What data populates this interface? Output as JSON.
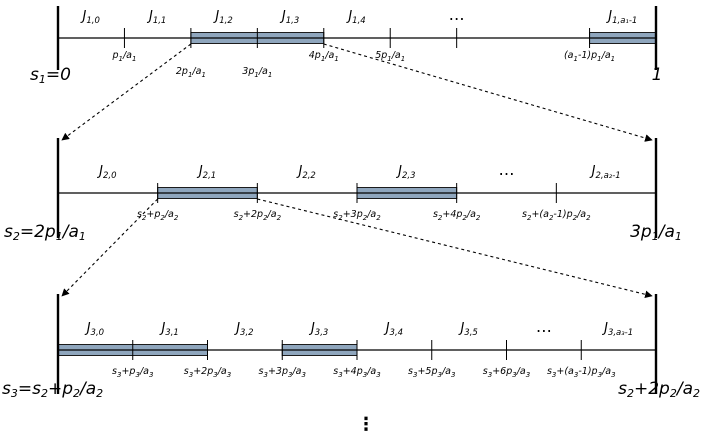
{
  "colors": {
    "highlight": "#8fa6bd",
    "highlight_stroke": "#1c1c1c",
    "line": "#000000"
  },
  "diagram": {
    "levels": [
      {
        "id": "level-1",
        "n_slots": 9,
        "segment_labels": [
          {
            "main": "J",
            "sub": "1,0",
            "slot": 0
          },
          {
            "main": "J",
            "sub": "1,1",
            "slot": 1
          },
          {
            "main": "J",
            "sub": "1,2",
            "slot": 2
          },
          {
            "main": "J",
            "sub": "1,3",
            "slot": 3
          },
          {
            "main": "J",
            "sub": "1,4",
            "slot": 4
          },
          {
            "main": "…",
            "sub": "",
            "slot": 5.5,
            "ellipsis": true
          },
          {
            "main": "J",
            "sub": "1,a₁-1",
            "slot": 8
          }
        ],
        "highlighted": [
          [
            2,
            4
          ],
          [
            8,
            9
          ]
        ],
        "ticks": [
          {
            "at": 1,
            "parts": [
              "p",
              "1",
              "/a",
              "1"
            ]
          },
          {
            "at": 2,
            "parts": [
              "2p",
              "1",
              "/a",
              "1"
            ],
            "below": true
          },
          {
            "at": 3,
            "parts": [
              "3p",
              "1",
              "/a",
              "1"
            ],
            "below": true
          },
          {
            "at": 4,
            "parts": [
              "4p",
              "1",
              "/a",
              "1"
            ]
          },
          {
            "at": 5,
            "parts": [
              "5p",
              "1",
              "/a",
              "1"
            ]
          },
          {
            "at": 6,
            "parts": [],
            "no_label": true
          },
          {
            "at": 8,
            "parts": [
              "(a",
              "1",
              "-1)p",
              "1",
              "/a",
              "1"
            ]
          }
        ],
        "start_label": [
          "s",
          "1",
          "=0"
        ],
        "end_label": [
          "1"
        ]
      },
      {
        "id": "level-2",
        "n_slots": 6,
        "segment_labels": [
          {
            "main": "J",
            "sub": "2,0",
            "slot": 0
          },
          {
            "main": "J",
            "sub": "2,1",
            "slot": 1
          },
          {
            "main": "J",
            "sub": "2,2",
            "slot": 2
          },
          {
            "main": "J",
            "sub": "2,3",
            "slot": 3
          },
          {
            "main": "…",
            "sub": "",
            "slot": 4,
            "ellipsis": true
          },
          {
            "main": "J",
            "sub": "2,a₂-1",
            "slot": 5
          }
        ],
        "highlighted": [
          [
            1,
            2
          ],
          [
            3,
            4
          ]
        ],
        "ticks": [
          {
            "at": 1,
            "parts": [
              "s",
              "2",
              "+p",
              "2",
              "/a",
              "2"
            ]
          },
          {
            "at": 2,
            "parts": [
              "s",
              "2",
              "+2p",
              "2",
              "/a",
              "2"
            ]
          },
          {
            "at": 3,
            "parts": [
              "s",
              "2",
              "+3p",
              "2",
              "/a",
              "2"
            ]
          },
          {
            "at": 4,
            "parts": [
              "s",
              "2",
              "+4p",
              "2",
              "/a",
              "2"
            ]
          },
          {
            "at": 5,
            "parts": [
              "s",
              "2",
              "+(a",
              "2",
              "-1)p",
              "2",
              "/a",
              "2"
            ]
          }
        ],
        "start_label": [
          "s",
          "2",
          "=2p",
          "1",
          "/a",
          "1"
        ],
        "end_label": [
          "3p",
          "1",
          "/a",
          "1"
        ]
      },
      {
        "id": "level-3",
        "n_slots": 8,
        "segment_labels": [
          {
            "main": "J",
            "sub": "3,0",
            "slot": 0
          },
          {
            "main": "J",
            "sub": "3,1",
            "slot": 1
          },
          {
            "main": "J",
            "sub": "3,2",
            "slot": 2
          },
          {
            "main": "J",
            "sub": "3,3",
            "slot": 3
          },
          {
            "main": "J",
            "sub": "3,4",
            "slot": 4
          },
          {
            "main": "J",
            "sub": "3,5",
            "slot": 5
          },
          {
            "main": "…",
            "sub": "",
            "slot": 6,
            "ellipsis": true
          },
          {
            "main": "J",
            "sub": "3,a₃-1",
            "slot": 7
          }
        ],
        "highlighted": [
          [
            0,
            2
          ],
          [
            3,
            4
          ]
        ],
        "ticks": [
          {
            "at": 1,
            "parts": [
              "s",
              "3",
              "+p",
              "3",
              "/a",
              "3"
            ]
          },
          {
            "at": 2,
            "parts": [
              "s",
              "3",
              "+2p",
              "3",
              "/a",
              "3"
            ]
          },
          {
            "at": 3,
            "parts": [
              "s",
              "3",
              "+3p",
              "3",
              "/a",
              "3"
            ]
          },
          {
            "at": 4,
            "parts": [
              "s",
              "3",
              "+4p",
              "3",
              "/a",
              "3"
            ]
          },
          {
            "at": 5,
            "parts": [
              "s",
              "3",
              "+5p",
              "3",
              "/a",
              "3"
            ]
          },
          {
            "at": 6,
            "parts": [
              "s",
              "3",
              "+6p",
              "3",
              "/a",
              "3"
            ]
          },
          {
            "at": 7,
            "parts": [
              "s",
              "3",
              "+(a",
              "3",
              "-1)p",
              "3",
              "/a",
              "3"
            ]
          }
        ],
        "start_label": [
          "s",
          "3",
          "=s",
          "2",
          "+p",
          "2",
          "/a",
          "2"
        ],
        "end_label": [
          "s",
          "2",
          "+2p",
          "2",
          "/a",
          "2"
        ]
      }
    ],
    "zooms": [
      {
        "from_level": 0,
        "from_tick": 2,
        "to_level": 1
      },
      {
        "from_level": 1,
        "from_tick": 1,
        "to_level": 2
      }
    ],
    "continuation": "⋮"
  }
}
